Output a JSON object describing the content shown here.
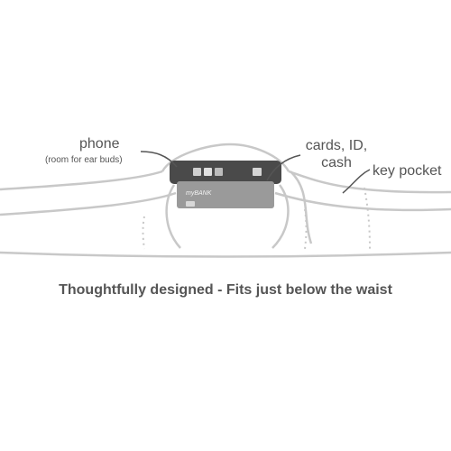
{
  "labels": {
    "phone": "phone",
    "phone_note": "(room for ear buds)",
    "cards_line1": "cards, ID,",
    "cards_line2": "cash",
    "key_pocket": "key pocket"
  },
  "card_brand": "myBANK",
  "caption": "Thoughtfully designed - Fits just below the waist",
  "colors": {
    "outline": "#c8c8c8",
    "phone_body": "#4a4a4a",
    "card_body": "#9a9a9a",
    "leader": "#555555",
    "text": "#555555"
  }
}
